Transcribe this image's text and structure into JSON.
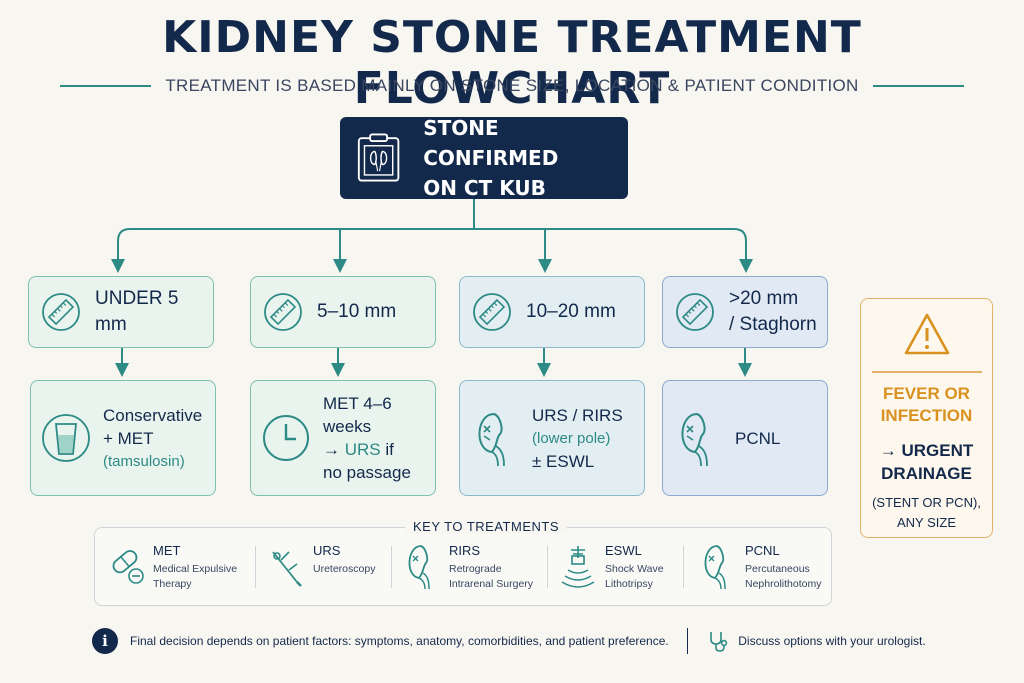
{
  "title": "KIDNEY STONE TREATMENT FLOWCHART",
  "subtitle": "TREATMENT IS BASED MAINLY ON STONE SIZE, LOCATION & PATIENT CONDITION",
  "root": {
    "line1": "STONE CONFIRMED",
    "line2": "ON CT KUB",
    "icon": "kidney-scan-icon"
  },
  "branches": [
    {
      "size": "UNDER 5 mm",
      "size_icon": "ruler-icon",
      "treat_icon": "glass-of-water-icon",
      "treat_line1": "Conservative",
      "treat_line2": "+ MET",
      "treat_line3": "(tamsulosin)"
    },
    {
      "size": "5–10 mm",
      "size_icon": "ruler-icon",
      "treat_icon": "clock-icon",
      "treat_line1": "MET 4–6 weeks",
      "treat_arrow": "→",
      "treat_accent": "URS",
      "treat_after": "if",
      "treat_line3": "no passage"
    },
    {
      "size": "10–20 mm",
      "size_icon": "ruler-icon",
      "treat_icon": "kidney-icon",
      "treat_line1": "URS / RIRS",
      "treat_line2": "(lower pole)",
      "treat_line3": "± ESWL"
    },
    {
      "size_line1": ">20 mm",
      "size_line2": "/ Staghorn",
      "size_icon": "ruler-icon",
      "treat_icon": "kidney-icon",
      "treat_line1": "PCNL"
    }
  ],
  "alert": {
    "icon": "warning-icon",
    "line1": "FEVER OR",
    "line2": "INFECTION",
    "line3": "→ URGENT",
    "line4": "DRAINAGE",
    "line5": "(STENT OR PCN),",
    "line6": "ANY SIZE"
  },
  "key": {
    "title": "KEY TO TREATMENTS",
    "items": [
      {
        "abbr": "MET",
        "desc1": "Medical Expulsive",
        "desc2": "Therapy",
        "icon": "capsule-icon"
      },
      {
        "abbr": "URS",
        "desc1": "Ureteroscopy",
        "desc2": "",
        "icon": "ureteroscope-icon"
      },
      {
        "abbr": "RIRS",
        "desc1": "Retrograde",
        "desc2": "Intrarenal Surgery",
        "icon": "kidney-icon"
      },
      {
        "abbr": "ESWL",
        "desc1": "Shock Wave",
        "desc2": "Lithotripsy",
        "icon": "shock-wave-icon"
      },
      {
        "abbr": "PCNL",
        "desc1": "Percutaneous",
        "desc2": "Nephrolithotomy",
        "icon": "kidney-icon"
      }
    ]
  },
  "footer": {
    "note": "Final decision depends on patient factors: symptoms, anatomy, comorbidities, and patient preference.",
    "advice": "Discuss options with your urologist.",
    "info_icon": "info-icon",
    "info_glyph": "i",
    "steth_icon": "stethoscope-icon"
  },
  "colors": {
    "navy": "#13294b",
    "teal": "#2d8a85",
    "amber": "#d9921f"
  }
}
